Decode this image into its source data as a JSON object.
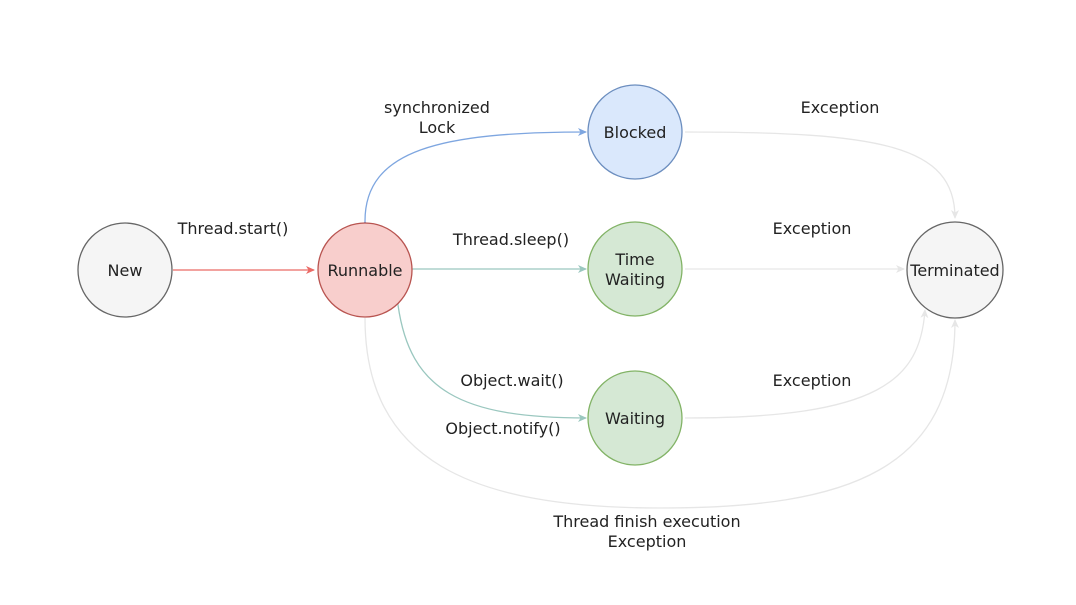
{
  "nodes": {
    "new": {
      "lines": [
        "New"
      ],
      "fill": "#f5f5f5",
      "stroke": "#666666"
    },
    "runnable": {
      "lines": [
        "Runnable"
      ],
      "fill": "#f8cecc",
      "stroke": "#b85450"
    },
    "blocked": {
      "lines": [
        "Blocked"
      ],
      "fill": "#dae8fc",
      "stroke": "#6c8ebf"
    },
    "time_waiting": {
      "lines": [
        "Time",
        "Waiting"
      ],
      "fill": "#d5e8d4",
      "stroke": "#82b366"
    },
    "waiting": {
      "lines": [
        "Waiting"
      ],
      "fill": "#d5e8d4",
      "stroke": "#82b366"
    },
    "terminated": {
      "lines": [
        "Terminated"
      ],
      "fill": "#f5f5f5",
      "stroke": "#666666"
    }
  },
  "edges": {
    "start": {
      "lines": [
        "Thread.start()"
      ],
      "color": "#ea6b66"
    },
    "sync": {
      "lines": [
        "synchronized",
        "Lock"
      ],
      "color": "#7ea6e0"
    },
    "sleep": {
      "lines": [
        "Thread.sleep()"
      ],
      "color": "#9ac7bf"
    },
    "wait": {
      "lines": [
        "Object.wait()"
      ],
      "color": "#9ac7bf"
    },
    "notify": {
      "lines": [
        "Object.notify()"
      ],
      "color": "#9ac7bf"
    },
    "blocked_exception": {
      "lines": [
        "Exception"
      ],
      "color": "#e6e6e6"
    },
    "timewait_exception": {
      "lines": [
        "Exception"
      ],
      "color": "#e6e6e6"
    },
    "waiting_exception": {
      "lines": [
        "Exception"
      ],
      "color": "#e6e6e6"
    },
    "finish": {
      "lines": [
        "Thread finish execution",
        "Exception"
      ],
      "color": "#e6e6e6"
    }
  }
}
